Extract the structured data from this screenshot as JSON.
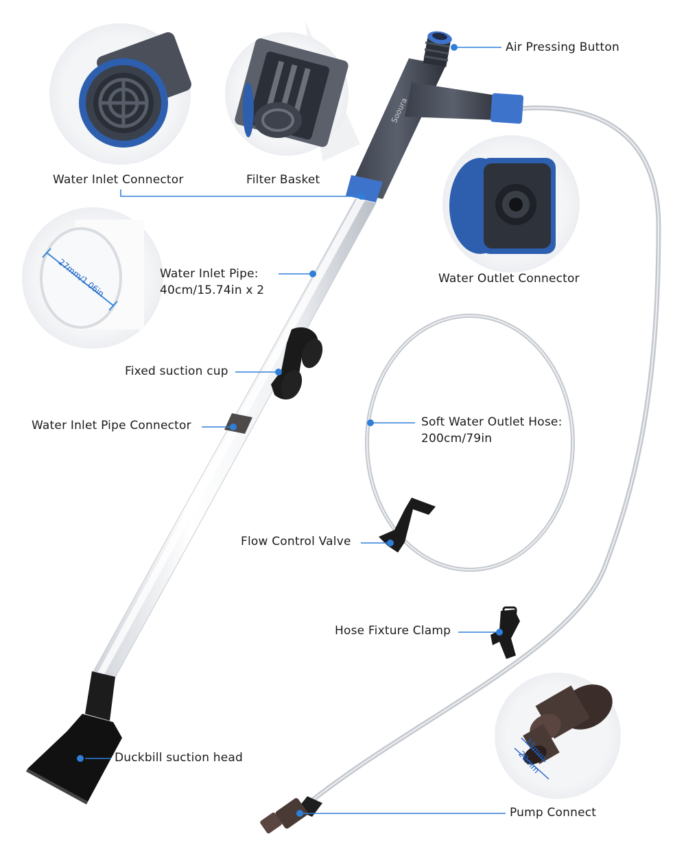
{
  "brand": "Sooura",
  "accent_color": "#2f7fd8",
  "callouts": {
    "air_button": "Air Pressing Button",
    "inlet_connector": "Water Inlet Connector",
    "filter_basket": "Filter Basket",
    "outlet_connector": "Water Outlet Connector",
    "inlet_pipe_line1": "Water Inlet Pipe:",
    "inlet_pipe_line2": "40cm/15.74in x 2",
    "suction_cup": "Fixed suction cup",
    "pipe_connector": "Water Inlet Pipe Connector",
    "hose_line1": "Soft Water Outlet Hose:",
    "hose_line2": "200cm/79in",
    "flow_valve": "Flow Control Valve",
    "hose_clamp": "Hose Fixture Clamp",
    "duckbill": "Duckbill suction head",
    "pump_connect": "Pump Connect"
  },
  "dimensions": {
    "pipe_diameter": "27mm/1.06in",
    "pump_inner": "15mm",
    "pump_outer": "20mm"
  }
}
